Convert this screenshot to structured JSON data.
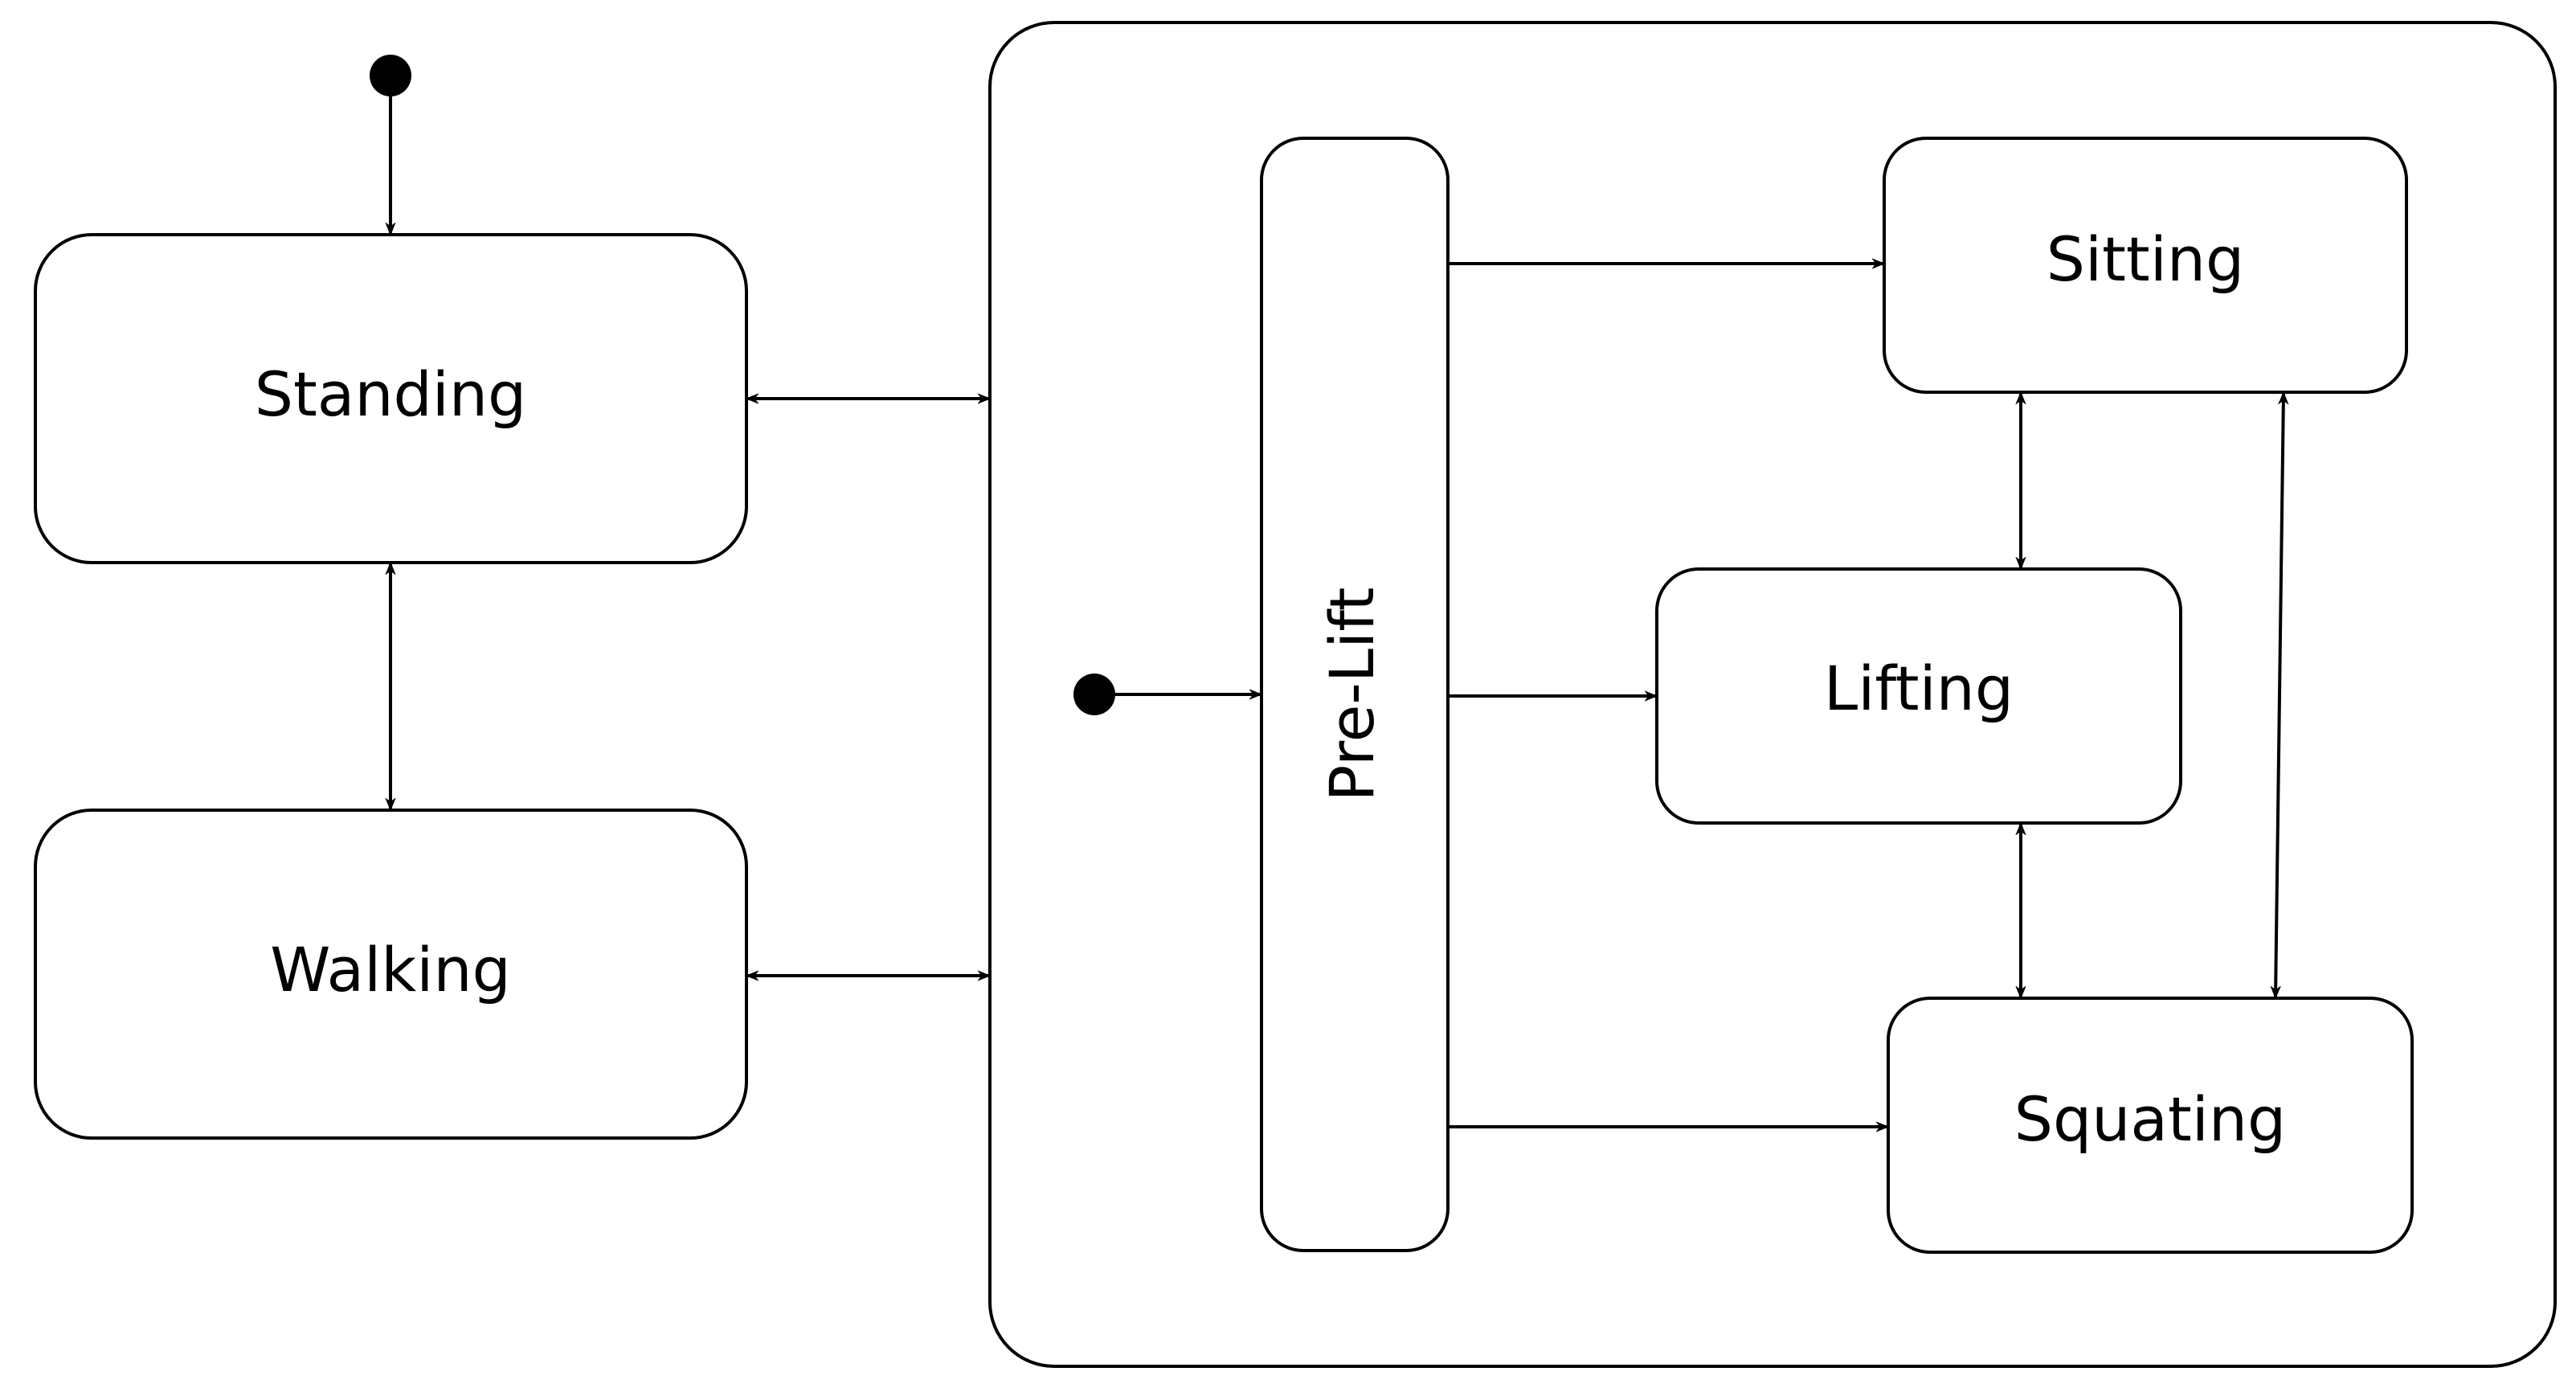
{
  "diagram": {
    "type": "state-machine",
    "colors": {
      "stroke": "#000000",
      "fill": "#ffffff",
      "text": "#000000"
    },
    "states": {
      "standing": "Standing",
      "walking": "Walking",
      "pre_lift": "Pre-Lift",
      "sitting": "Sitting",
      "lifting": "Lifting",
      "squating": "Squating"
    },
    "composite_state": {
      "name": ""
    },
    "transitions": [
      {
        "from": "initial",
        "to": "Standing",
        "kind": "one-way"
      },
      {
        "from": "Standing",
        "to": "composite",
        "kind": "two-way"
      },
      {
        "from": "Walking",
        "to": "composite",
        "kind": "two-way"
      },
      {
        "from": "Standing",
        "to": "Walking",
        "kind": "two-way"
      },
      {
        "from": "composite-initial",
        "to": "Pre-Lift",
        "kind": "one-way"
      },
      {
        "from": "Pre-Lift",
        "to": "Sitting",
        "kind": "one-way"
      },
      {
        "from": "Pre-Lift",
        "to": "Lifting",
        "kind": "one-way"
      },
      {
        "from": "Pre-Lift",
        "to": "Squating",
        "kind": "one-way"
      },
      {
        "from": "Sitting",
        "to": "Lifting",
        "kind": "two-way"
      },
      {
        "from": "Lifting",
        "to": "Squating",
        "kind": "two-way"
      },
      {
        "from": "Sitting",
        "to": "Squating",
        "kind": "two-way"
      }
    ]
  }
}
